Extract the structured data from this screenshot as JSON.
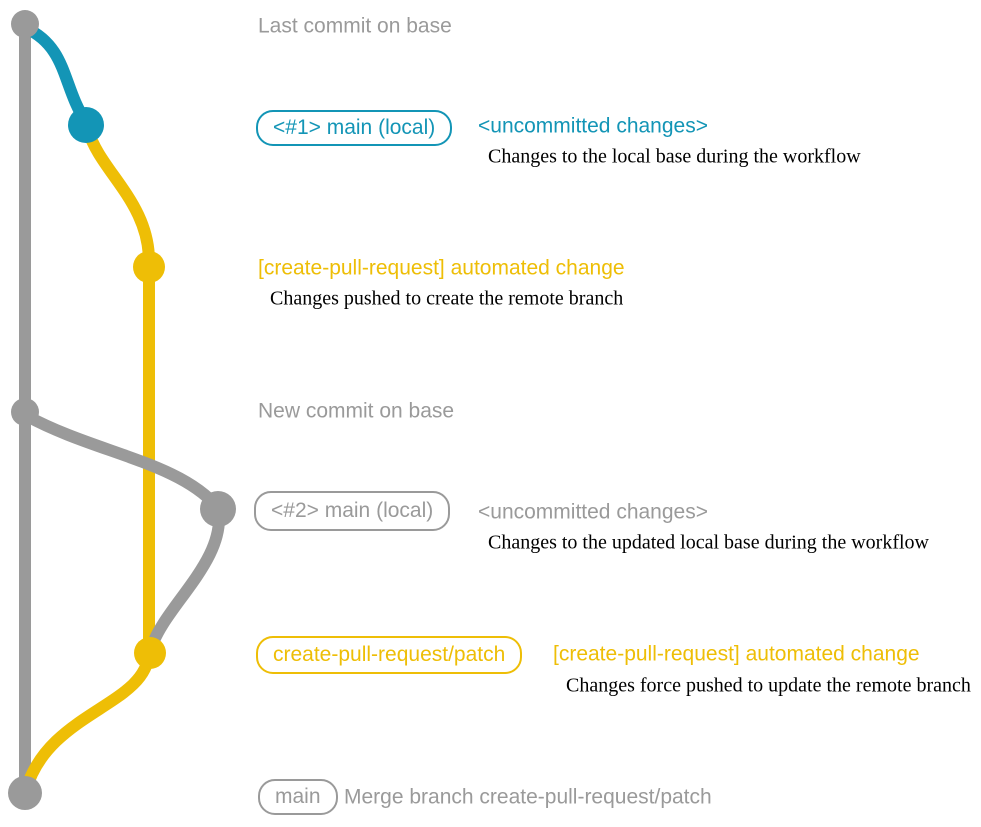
{
  "colors": {
    "gray": "#9a9a9a",
    "blue": "#1395b6",
    "yellow": "#eebe06",
    "ink": "#000000"
  },
  "rows": {
    "last_commit": {
      "label": "Last commit on base"
    },
    "commit1": {
      "badge": "<#1> main (local)",
      "title": "<uncommitted changes>",
      "desc": "Changes to the local base during the workflow"
    },
    "push1": {
      "title": "[create-pull-request] automated change",
      "desc": "Changes pushed to create the remote branch"
    },
    "new_commit": {
      "label": "New commit on base"
    },
    "commit2": {
      "badge": "<#2> main (local)",
      "title": "<uncommitted changes>",
      "desc": "Changes to the updated local base during the workflow"
    },
    "push2": {
      "badge": "create-pull-request/patch",
      "title": "[create-pull-request] automated change",
      "desc": "Changes force pushed to update the remote branch"
    },
    "merge": {
      "badge": "main",
      "label": "Merge branch create-pull-request/patch"
    }
  }
}
